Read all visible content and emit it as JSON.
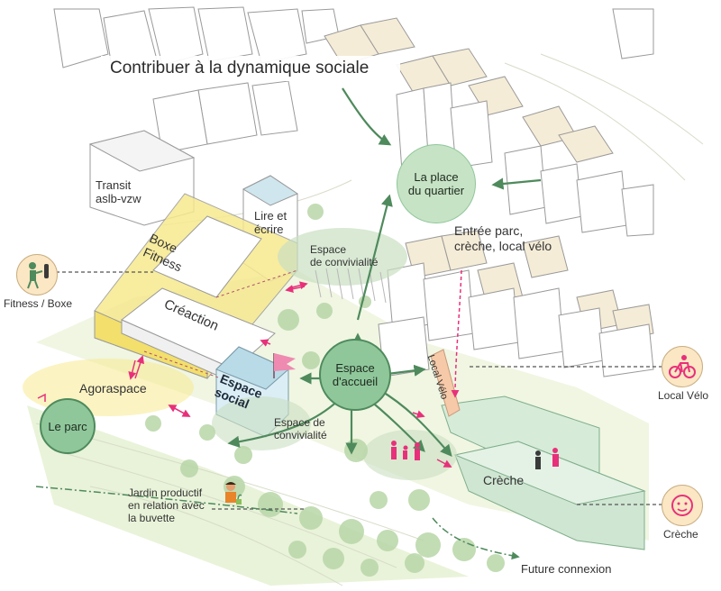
{
  "title": "Contribuer à la dynamique sociale",
  "labels": {
    "transit": "Transit\naslb-vzw",
    "lire_ecrire": "Lire et\nécrire",
    "boxe_fitness": "Boxe\nFitness",
    "creaction": "Créaction",
    "espace_social": "Espace\nsocial",
    "agoraspace": "Agoraspace",
    "espace_conv_top": "Espace\nde convivialité",
    "espace_conv_bottom": "Espace de\nconvivialité",
    "entree_parc": "Entrée parc,\ncrèche, local vélo",
    "local_velo_building": "Local Vélo",
    "creche_building": "Crèche",
    "jardin": "Jardin productif\nen relation avec\nla buvette",
    "future_connexion": "Future connexion"
  },
  "circles": {
    "place_quartier": "La place\ndu quartier",
    "espace_accueil": "Espace\nd'accueil",
    "le_parc": "Le parc"
  },
  "legend": {
    "fitness_boxe": "Fitness / Boxe",
    "local_velo": "Local Vélo",
    "creche": "Crèche"
  },
  "icons": {
    "fitness": "boxing-person-icon",
    "velo": "bicycle-icon",
    "creche": "baby-face-icon",
    "jardin": "gardener-icon",
    "flag": "flag-icon",
    "family": "family-icon"
  },
  "colors": {
    "green_circle": "#8fc79b",
    "green_dark": "#4e8a5c",
    "yellow": "#f7e98f",
    "pink": "#e8307a",
    "badge": "#fbe7c4",
    "blue": "#b9dbe8"
  }
}
